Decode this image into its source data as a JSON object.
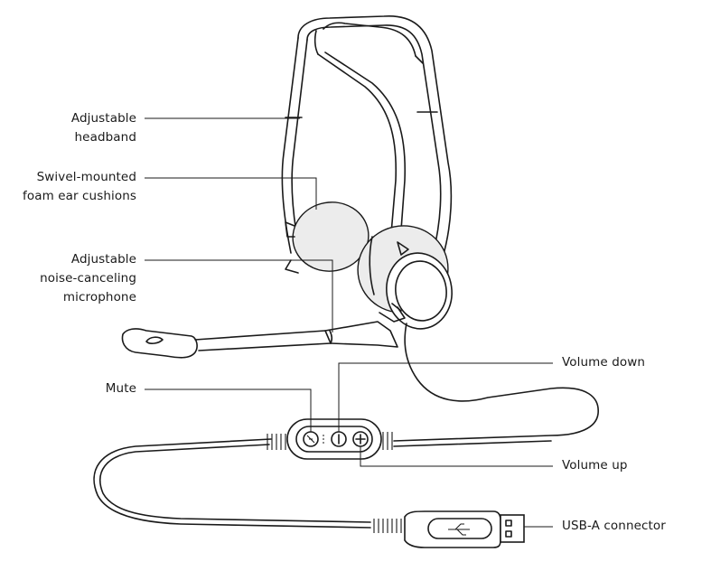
{
  "labels": {
    "headband": [
      "Adjustable",
      "headband"
    ],
    "ear_cushions": [
      "Swivel-mounted",
      "foam ear cushions"
    ],
    "microphone": [
      "Adjustable",
      "noise-canceling",
      "microphone"
    ],
    "mute": "Mute",
    "volume_down": "Volume down",
    "volume_up": "Volume up",
    "usb": "USB-A connector"
  },
  "icons": [
    "mute-icon",
    "minus-icon",
    "plus-icon",
    "usb-icon"
  ],
  "colors": {
    "line": "#1a1a1a",
    "cushion": "#ececec",
    "background": "#ffffff"
  }
}
